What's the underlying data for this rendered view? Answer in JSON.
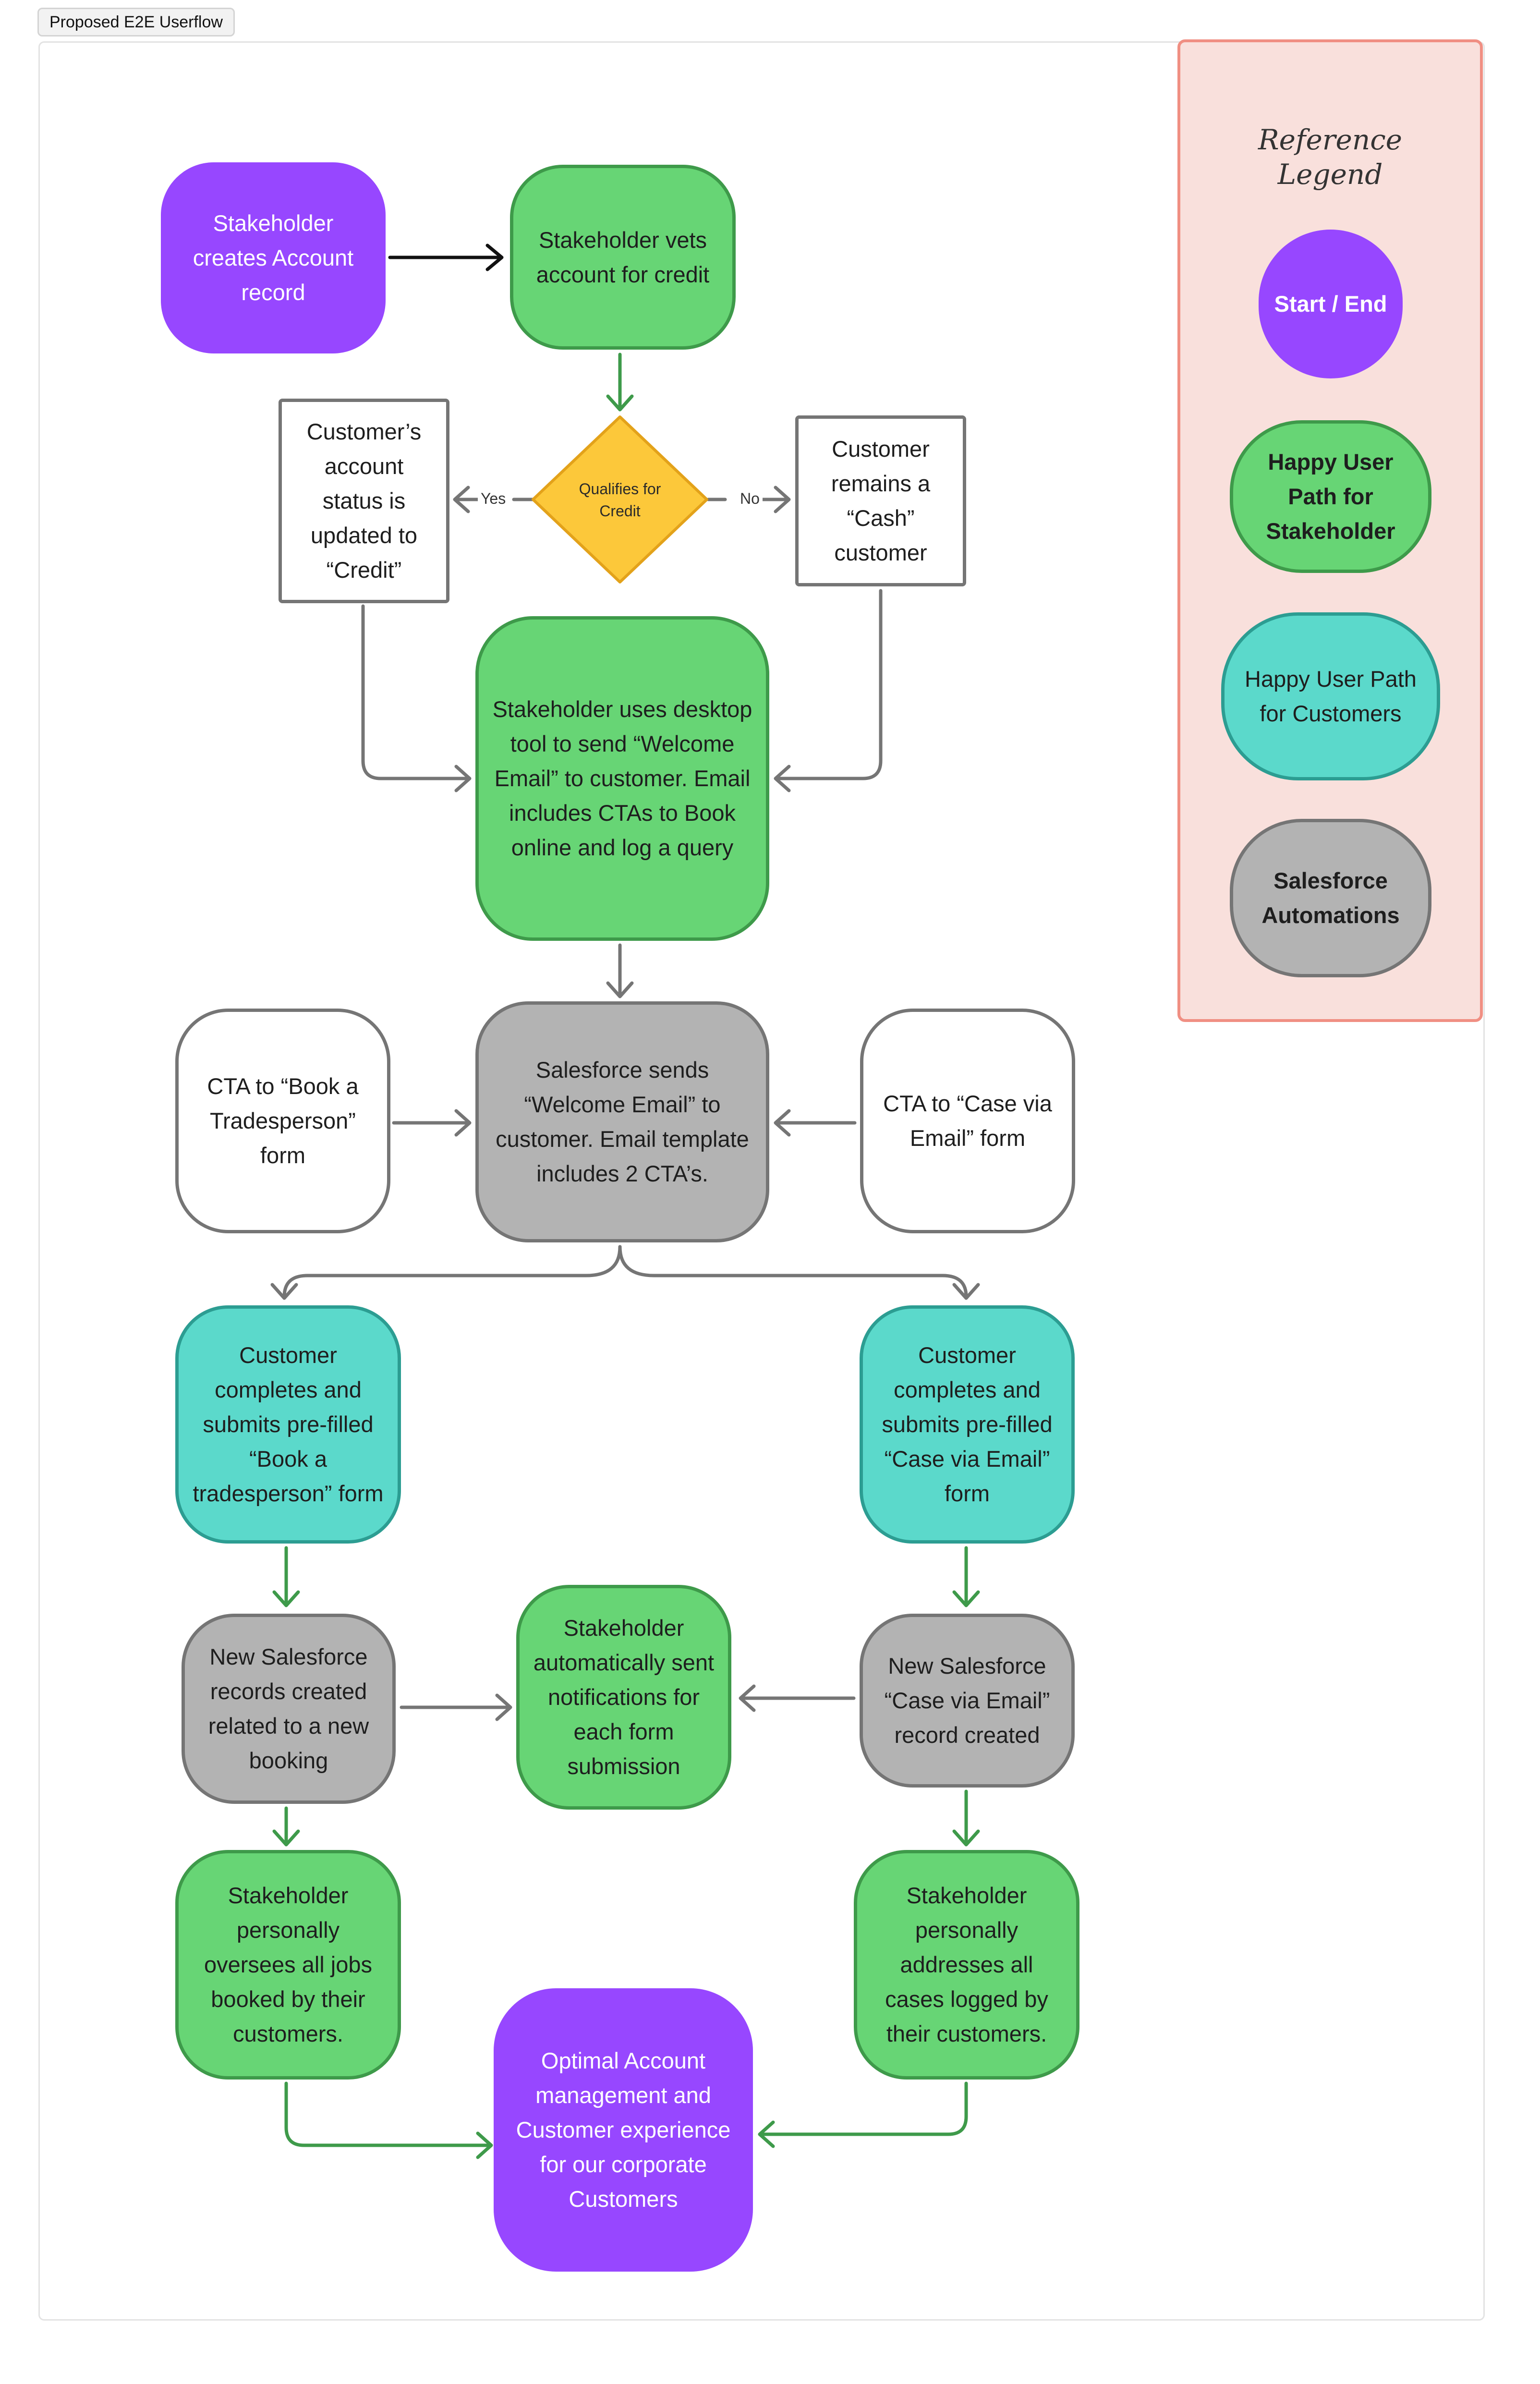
{
  "page_tag": "Proposed E2E Userflow",
  "legend": {
    "title": "Reference\nLegend",
    "start_end": "Start / End",
    "happy_stakeholder": "Happy User Path for Stakeholder",
    "happy_customer": "Happy User Path for Customers",
    "salesforce": "Salesforce Automations"
  },
  "nodes": {
    "create_account": "Stakeholder creates Account record",
    "vet_credit": "Stakeholder vets account for credit",
    "qualifies": "Qualifies for Credit",
    "status_credit": "Customer’s account status is updated to “Credit”",
    "cash_customer": "Customer remains a “Cash” customer",
    "desktop_tool": "Stakeholder uses desktop tool to send “Welcome Email” to customer. Email includes CTAs to Book online and log a query",
    "sf_sends": "Salesforce sends “Welcome Email” to customer. Email template includes 2 CTA’s.",
    "cta_book": "CTA to “Book a Tradesperson” form",
    "cta_case": "CTA to “Case via Email” form",
    "customer_book": "Customer completes and submits pre-filled “Book a tradesperson” form",
    "customer_case": "Customer completes and submits pre-filled “Case via Email” form",
    "sf_records_booking": "New Salesforce records created related to a new booking",
    "notifications": "Stakeholder automatically sent notifications for each form submission",
    "sf_case_record": "New Salesforce “Case via Email” record created",
    "oversees_jobs": "Stakeholder personally oversees all jobs booked by their customers.",
    "addresses_cases": "Stakeholder personally addresses all cases logged by their customers.",
    "optimal": "Optimal Account management and Customer experience for our corporate Customers"
  },
  "edge_labels": {
    "yes": "Yes",
    "no": "No"
  },
  "colors": {
    "start_end": "#9747ff",
    "happy_stakeholder": "#67d575",
    "happy_customer": "#5bd9cb",
    "salesforce": "#b3b3b3",
    "legend_bg": "#f9e0dc",
    "decision": "#fcc83a"
  }
}
